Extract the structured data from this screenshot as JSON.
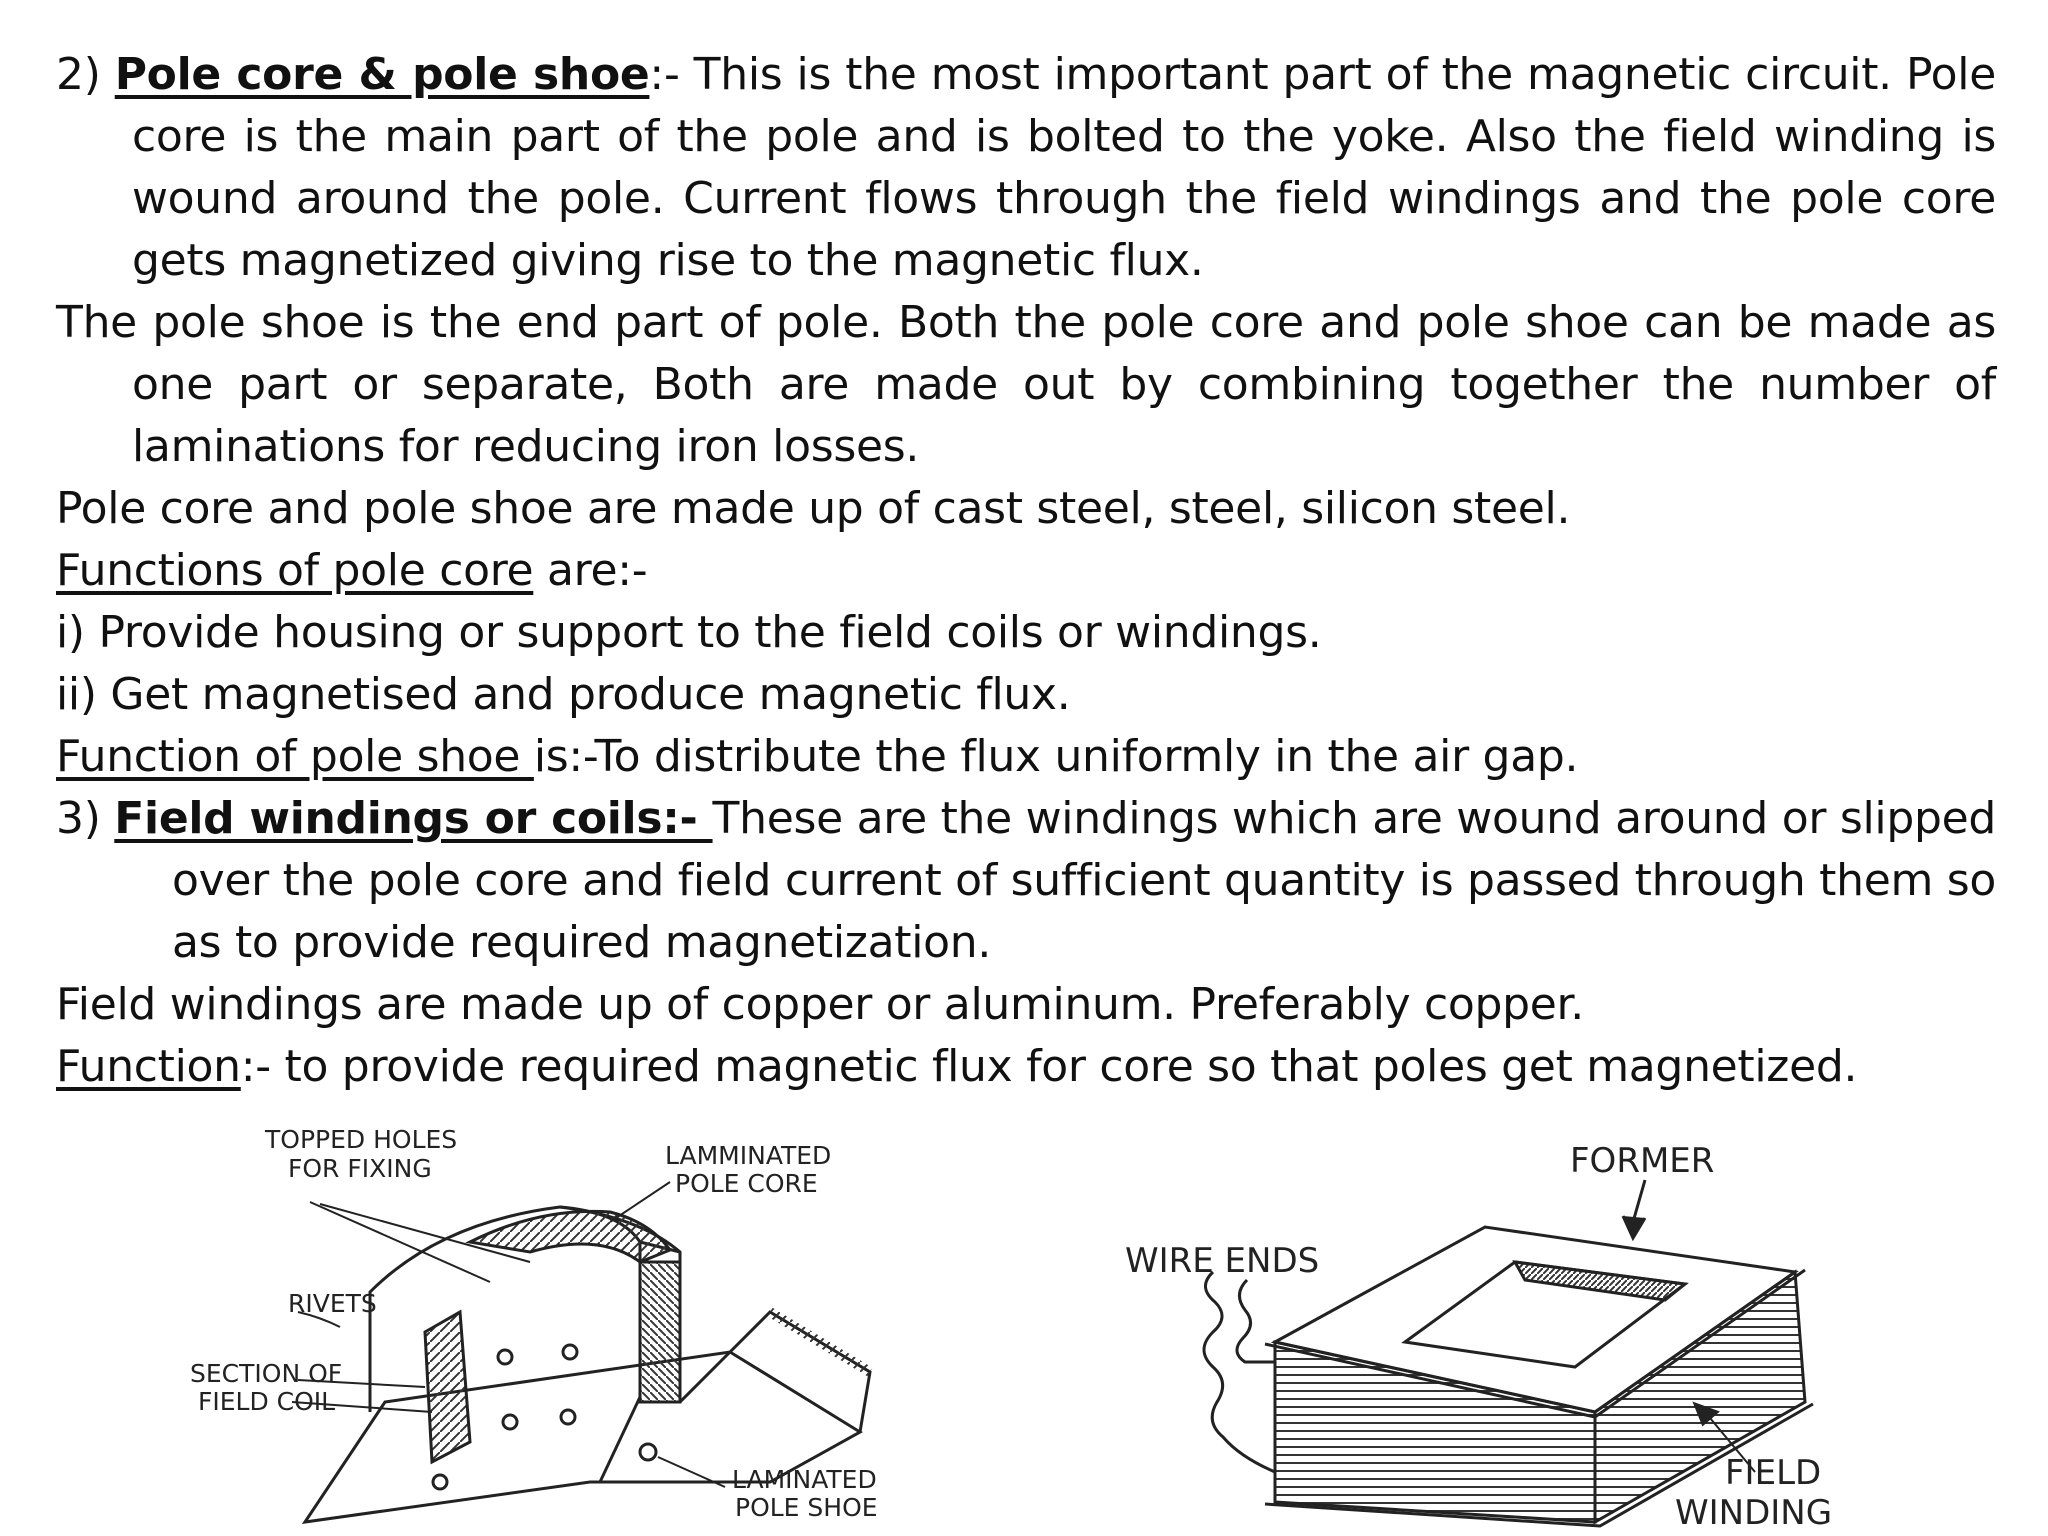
{
  "section2": {
    "number": "2) ",
    "title": "Pole core & pole shoe",
    "body": ":- This is the most important part of the magnetic circuit. Pole core is the main part of the pole and is bolted to the yoke. Also the field winding is wound around the pole. Current flows through the field windings and the pole core gets magnetized giving rise to the magnetic flux."
  },
  "pole_shoe_para": "The pole shoe is the end part of pole. Both the pole core and pole shoe can be made as one part or separate, Both are made out by combining together the number of laminations for reducing iron losses.",
  "materials_line": "Pole core and pole shoe are made up of cast steel, steel, silicon steel.",
  "pole_core_functions": {
    "heading": "Functions of pole core",
    "heading_suffix": " are:-",
    "items": [
      "i) Provide housing or support to the field coils or windings.",
      "ii) Get magnetised and produce magnetic flux."
    ]
  },
  "pole_shoe_function": {
    "heading": "Function of pole shoe ",
    "text": "is:-To distribute the flux uniformly in the air gap."
  },
  "section3": {
    "number": "3) ",
    "title": "Field windings or coils:- ",
    "body": "These are the windings which are wound around or slipped over the pole core and field current of sufficient quantity is passed through them so as to provide required magnetization."
  },
  "windings_material": "Field windings are made up of copper or aluminum. Preferably copper.",
  "windings_function": {
    "heading": "Function",
    "text": ":- to provide required magnetic flux for core so that poles get magnetized."
  },
  "figure_pole": {
    "label_holes_1": "TOPPED HOLES",
    "label_holes_2": "FOR FIXING",
    "label_core_1": "LAMMINATED",
    "label_core_2": "POLE CORE",
    "label_rivets": "RIVETS",
    "label_section_1": "SECTION  OF",
    "label_section_2": "FIELD   COIL",
    "label_shoe_1": "LAMINATED",
    "label_shoe_2": "POLE SHOE"
  },
  "figure_coil": {
    "label_former": "FORMER",
    "label_wire_ends": "WIRE ENDS",
    "label_field_1": "FIELD",
    "label_field_2": "WINDING"
  }
}
